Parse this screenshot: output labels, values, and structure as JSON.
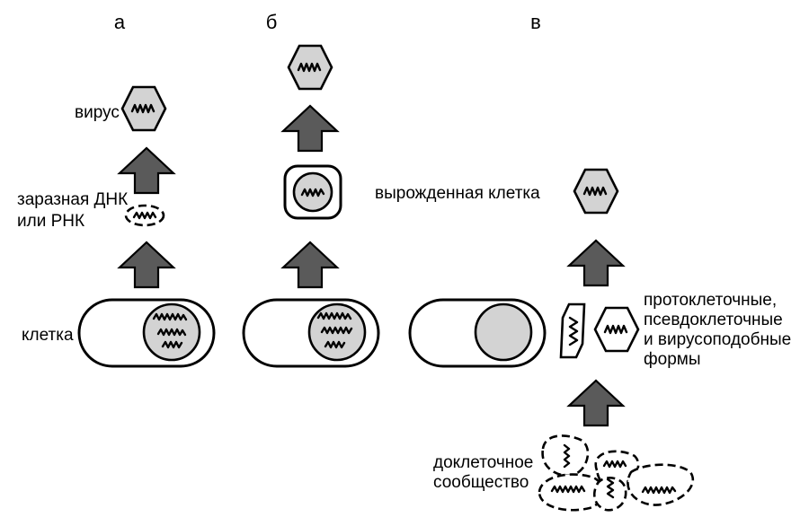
{
  "panels": {
    "a": {
      "letter": "а"
    },
    "b": {
      "letter": "б"
    },
    "c": {
      "letter": "в"
    }
  },
  "labels": {
    "virus": "вирус",
    "infectious_line1": "заразная ДНК",
    "infectious_line2": "или РНК",
    "cell": "клетка",
    "degenerate_cell": "вырожденная клетка",
    "forms_line1": "протоклеточные,",
    "forms_line2": "псевдоклеточные",
    "forms_line3": "и вирусоподобные",
    "forms_line4": "формы",
    "community_line1": "доклеточное",
    "community_line2": "сообщество"
  },
  "colors": {
    "arrow_fill": "#5a5a5a",
    "shape_fill": "#d3d3d3",
    "outline": "#000000",
    "background": "#ffffff"
  }
}
